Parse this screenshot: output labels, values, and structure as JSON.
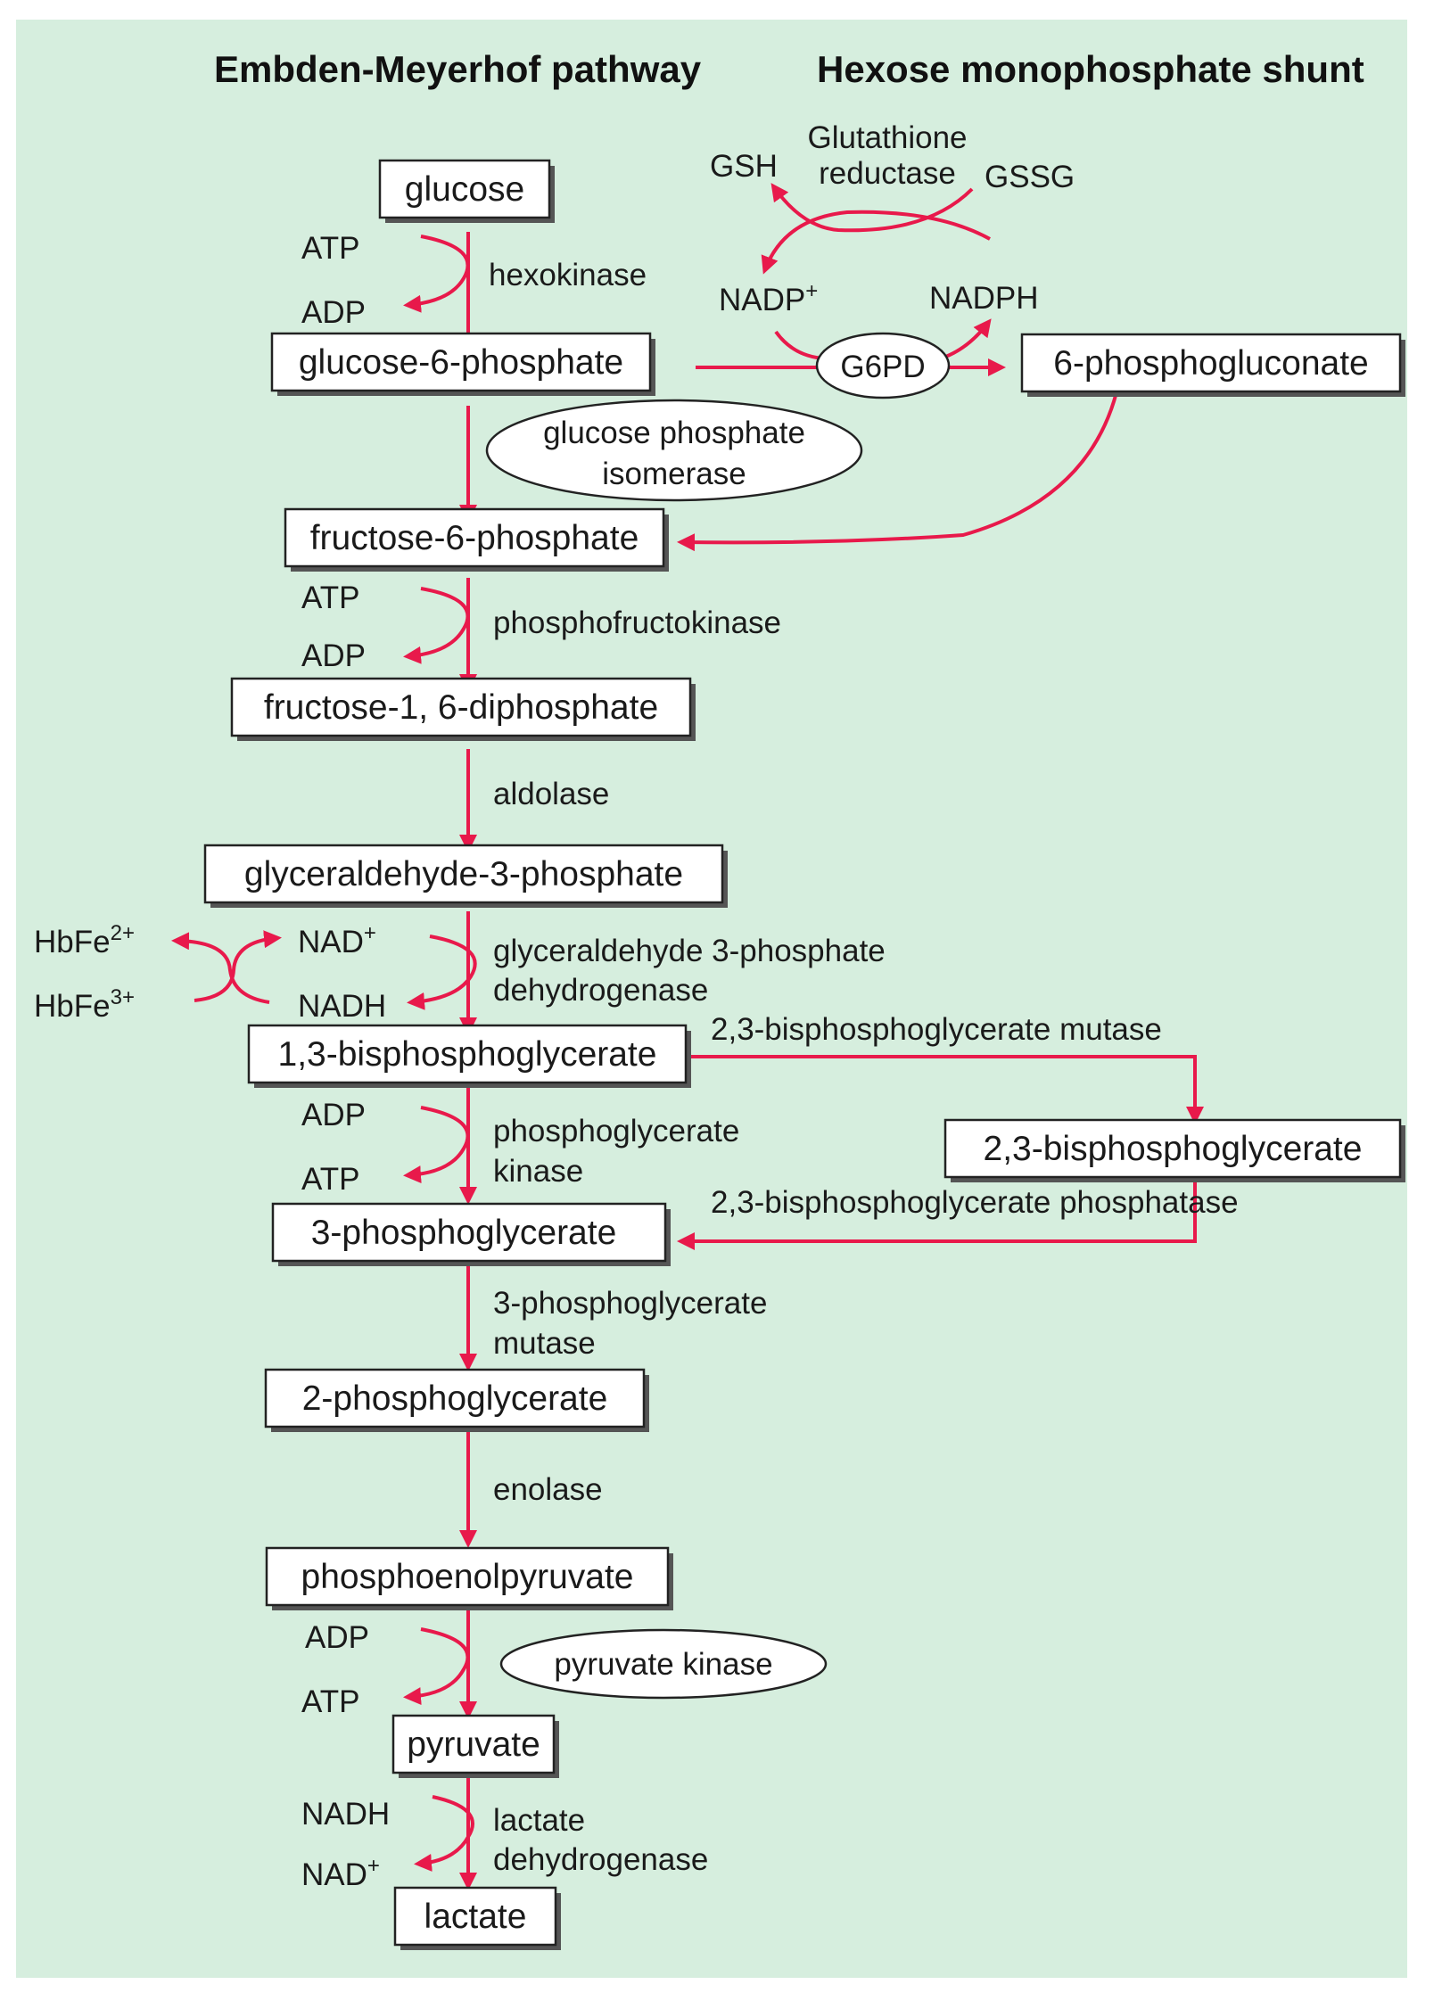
{
  "colors": {
    "arrow": "#e8194b",
    "background": "#d6eede",
    "box_fill": "#ffffff",
    "text": "#1a1a1a"
  },
  "headings": {
    "left": "Embden-Meyerhof pathway",
    "right": "Hexose monophosphate shunt"
  },
  "metabolites": {
    "glucose": "glucose",
    "g6p": "glucose-6-phosphate",
    "pg6": "6-phosphogluconate",
    "f6p": "fructose-6-phosphate",
    "f16dp": "fructose-1, 6-diphosphate",
    "g3p": "glyceraldehyde-3-phosphate",
    "bpg13": "1,3-bisphosphoglycerate",
    "bpg23": "2,3-bisphosphoglycerate",
    "pg3": "3-phosphoglycerate",
    "pg2": "2-phosphoglycerate",
    "pep": "phosphoenolpyruvate",
    "pyruvate": "pyruvate",
    "lactate": "lactate"
  },
  "enzymes": {
    "hexokinase": "hexokinase",
    "gpi_line1": "glucose phosphate",
    "gpi_line2": "isomerase",
    "pfk": "phosphofructokinase",
    "aldolase": "aldolase",
    "gapdh_line1": "glyceraldehyde 3-phosphate",
    "gapdh_line2": "dehydrogenase",
    "bpg_mutase": "2,3-bisphosphoglycerate mutase",
    "pgk_line1": "phosphoglycerate",
    "pgk_line2": "kinase",
    "bpg_phosphatase": "2,3-bisphosphoglycerate phosphatase",
    "pgm_line1": "3-phosphoglycerate",
    "pgm_line2": "mutase",
    "enolase": "enolase",
    "pyruvate_kinase": "pyruvate kinase",
    "ldh_line1": "lactate",
    "ldh_line2": "dehydrogenase",
    "g6pd": "G6PD",
    "gr_line1": "Glutathione",
    "gr_line2": "reductase"
  },
  "cofactors": {
    "atp": "ATP",
    "adp": "ADP",
    "nad_plus": "NAD",
    "nadh": "NADH",
    "nadp_plus": "NADP",
    "nadph": "NADPH",
    "gsh": "GSH",
    "gssg": "GSSG",
    "hbfe2": "HbFe",
    "hbfe3": "HbFe",
    "plus_sup": "+",
    "two_plus_sup": "2+",
    "three_plus_sup": "3+"
  }
}
